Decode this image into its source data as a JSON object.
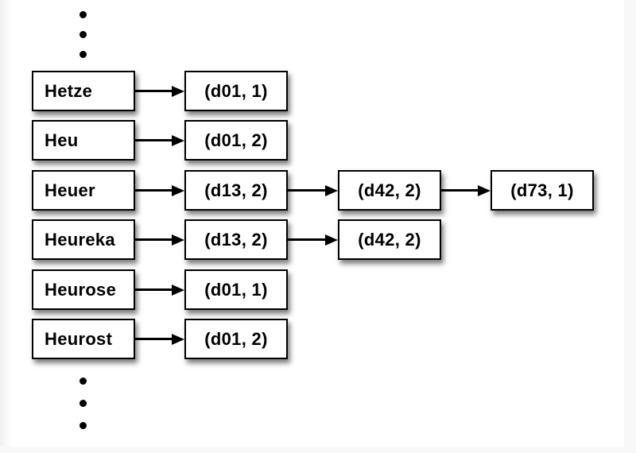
{
  "diagram": {
    "description": "inverted-index dictionary with postings lists",
    "rows": [
      {
        "term": "Hetze",
        "postings": [
          "(d01, 1)"
        ]
      },
      {
        "term": "Heu",
        "postings": [
          "(d01, 2)"
        ]
      },
      {
        "term": "Heuer",
        "postings": [
          "(d13, 2)",
          "(d42, 2)",
          "(d73, 1)"
        ]
      },
      {
        "term": "Heureka",
        "postings": [
          "(d13, 2)",
          "(d42, 2)"
        ]
      },
      {
        "term": "Heurose",
        "postings": [
          "(d01, 1)"
        ]
      },
      {
        "term": "Heurost",
        "postings": [
          "(d01, 2)"
        ]
      }
    ],
    "ellipsis_top": "vertical-dots",
    "ellipsis_bottom": "vertical-dots",
    "colors": {
      "box_border": "#000000",
      "box_bg": "#ffffff",
      "text": "#000000",
      "canvas_bg": "#ffffff",
      "outer_bg": "#f8f8f8",
      "box_shadow": "rgba(0,0,0,0.5)"
    }
  }
}
